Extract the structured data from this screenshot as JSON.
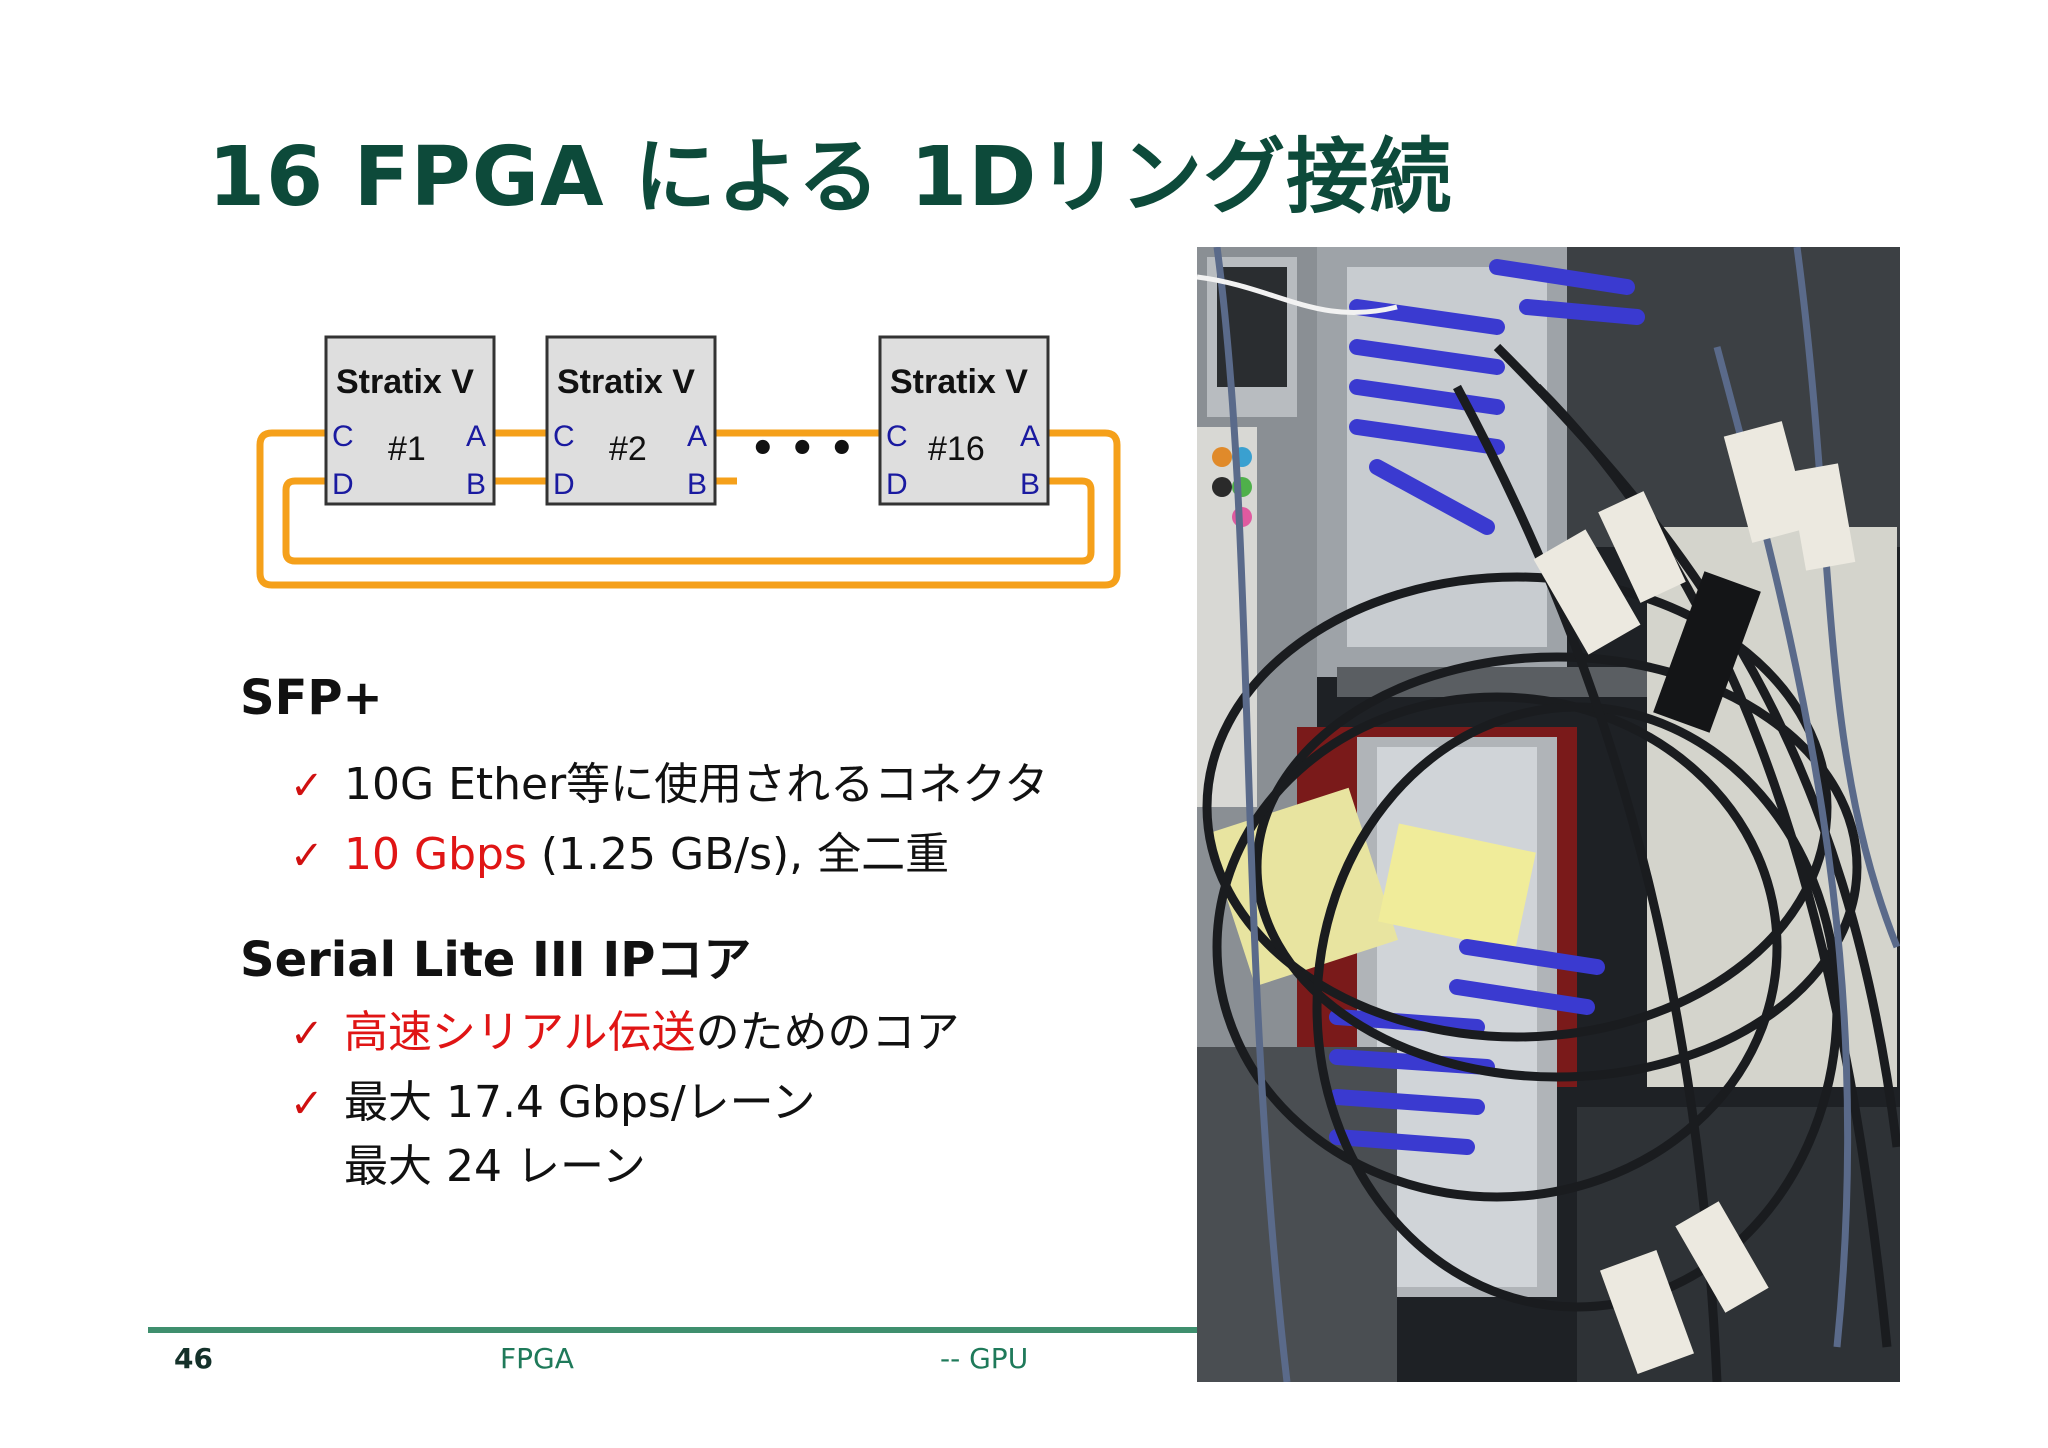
{
  "slide": {
    "title": "16 FPGA による 1Dリング接続"
  },
  "diagram": {
    "chips": [
      {
        "name": "Stratix V",
        "number": "#1",
        "ports": {
          "c": "C",
          "d": "D",
          "a": "A",
          "b": "B"
        }
      },
      {
        "name": "Stratix V",
        "number": "#2",
        "ports": {
          "c": "C",
          "d": "D",
          "a": "A",
          "b": "B"
        }
      },
      {
        "name": "Stratix V",
        "number": "#16",
        "ports": {
          "c": "C",
          "d": "D",
          "a": "A",
          "b": "B"
        }
      }
    ],
    "ellipsis": "• • •",
    "link_color": "#f5a01a"
  },
  "sections": [
    {
      "heading": "SFP+",
      "bullets": [
        {
          "check": "✓",
          "text": "10G Ether等に使用されるコネクタ"
        },
        {
          "check": "✓",
          "highlight": "10 Gbps",
          "text": " (1.25 GB/s), 全二重"
        }
      ]
    },
    {
      "heading": "Serial Lite III IPコア",
      "bullets": [
        {
          "check": "✓",
          "highlight": "高速シリアル伝送",
          "text": "のためのコア"
        },
        {
          "check": "✓",
          "text": "最大 17.4 Gbps/レーン"
        },
        {
          "text": "最大 24 レーン"
        }
      ]
    }
  ],
  "footer": {
    "page_number": "46",
    "left": "FPGA",
    "right": "-- GPU"
  },
  "colors": {
    "title": "#0d4a3a",
    "footer_line": "#3f8f6e",
    "highlight": "#e01515",
    "cable_blue": "#3a3ad0"
  }
}
